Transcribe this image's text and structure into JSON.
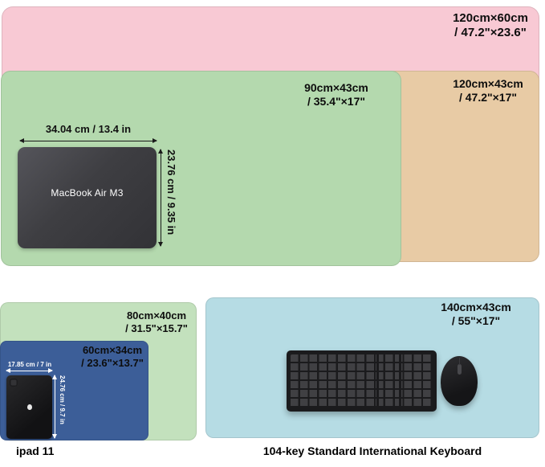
{
  "mats": {
    "pink": {
      "size_cm": "120cm×60cm",
      "size_in": "/ 47.2\"×23.6\"",
      "color": "#f8c9d4"
    },
    "tan": {
      "size_cm": "120cm×43cm",
      "size_in": "/ 47.2\"×17\"",
      "color": "#e8cba5"
    },
    "green": {
      "size_cm": "90cm×43cm",
      "size_in": "/ 35.4\"×17\"",
      "color": "#b4d9ae"
    },
    "lightgreen": {
      "size_cm": "80cm×40cm",
      "size_in": "/ 31.5\"×15.7\"",
      "color": "#c3e1bd"
    },
    "navy": {
      "size_cm": "60cm×34cm",
      "size_in": "/ 23.6\"×13.7\"",
      "color": "#3c5e98"
    },
    "lightblue": {
      "size_cm": "140cm×43cm",
      "size_in": "/ 55\"×17\"",
      "color": "#b6dce4"
    }
  },
  "macbook": {
    "label": "MacBook Air M3",
    "width_label": "34.04 cm / 13.4 in",
    "height_label": "23.76 cm / 9.35 in",
    "color": "#3e3e42"
  },
  "ipad": {
    "caption": "ipad 11",
    "width_label": "17.85 cm / 7 in",
    "height_label": "24.76 cm / 9.7 in",
    "color": "#161616"
  },
  "keyboard": {
    "caption": "104-key Standard International Keyboard",
    "color": "#1b1b1d"
  },
  "background": "#ffffff"
}
